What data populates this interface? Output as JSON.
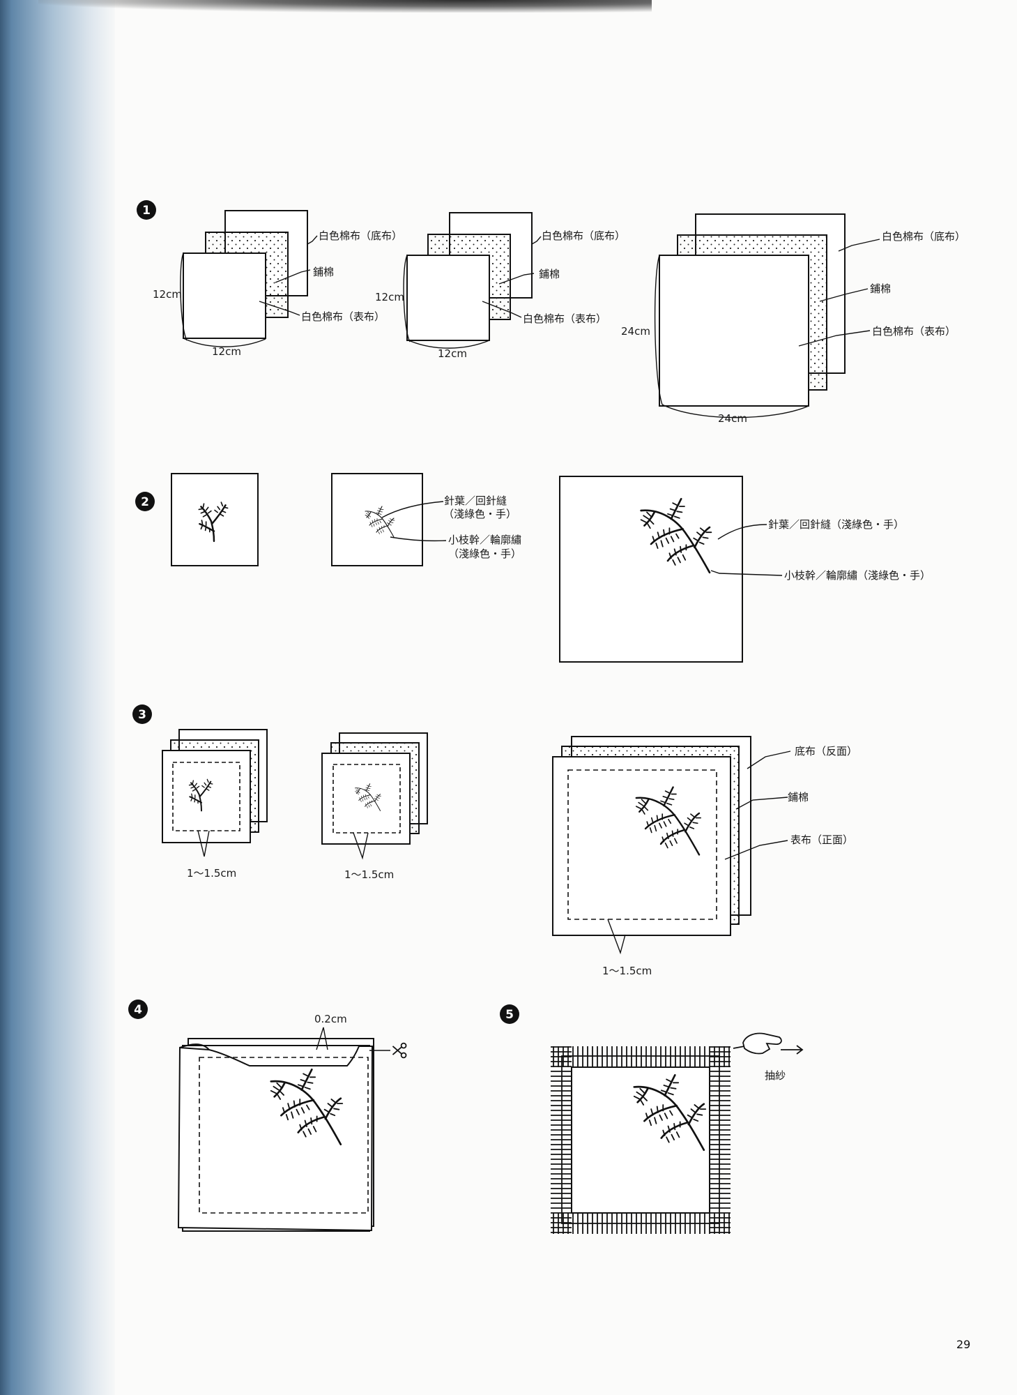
{
  "steps": {
    "s1": "1",
    "s2": "2",
    "s3": "3",
    "s4": "4",
    "s5": "5"
  },
  "step1": {
    "a": {
      "back": "白色棉布（底布）",
      "batting": "鋪棉",
      "front": "白色棉布（表布）",
      "height": "12cm",
      "width": "12cm"
    },
    "b": {
      "back": "白色棉布（底布）",
      "batting": "鋪棉",
      "front": "白色棉布（表布）",
      "height": "12cm",
      "width": "12cm"
    },
    "c": {
      "back": "白色棉布（底布）",
      "batting": "鋪棉",
      "front": "白色棉布（表布）",
      "height": "24cm",
      "width": "24cm"
    }
  },
  "step2": {
    "b": {
      "needles": "針葉／回針縫",
      "needles_note": "（淺綠色・手）",
      "twig": "小枝幹／輪廓繡",
      "twig_note": "（淺綠色・手）"
    },
    "c": {
      "needles": "針葉／回針縫（淺綠色・手）",
      "twig": "小枝幹／輪廓繡（淺綠色・手）"
    }
  },
  "step3": {
    "a_margin": "1～1.5cm",
    "b_margin": "1～1.5cm",
    "c": {
      "back": "底布（反面）",
      "batting": "鋪棉",
      "front": "表布（正面）",
      "margin": "1～1.5cm"
    }
  },
  "step4": {
    "trim": "0.2cm"
  },
  "step5": {
    "pull": "抽紗"
  },
  "page_number": "29",
  "icons": [
    "scissors-icon",
    "hand-pulling-icon",
    "pine-sprig-icon"
  ]
}
